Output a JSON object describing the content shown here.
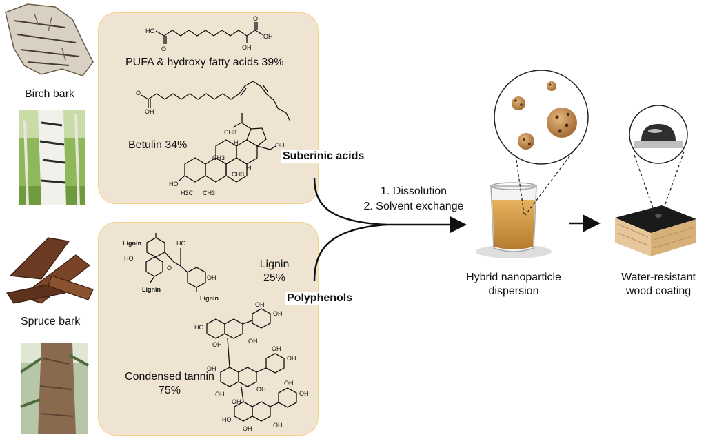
{
  "left": {
    "birch_label": "Birch bark",
    "spruce_label": "Spruce bark"
  },
  "birch_panel": {
    "compound1_label": "PUFA & hydroxy fatty acids 39%",
    "compound2_label": "Betulin 34%",
    "group_label": "Suberinic acids"
  },
  "spruce_panel": {
    "lignin_label_line1": "Lignin",
    "lignin_label_line2": "25%",
    "tannin_label_line1": "Condensed tannin",
    "tannin_label_line2": "75%",
    "group_label": "Polyphenols",
    "lignin_tag_1": "Lignin",
    "lignin_tag_2": "Lignin",
    "lignin_tag_3": "Lignin"
  },
  "process": {
    "step1": "1. Dissolution",
    "step2": "2. Solvent exchange"
  },
  "outputs": {
    "dispersion_line1": "Hybrid nanoparticle",
    "dispersion_line2": "dispersion",
    "coating_line1": "Water-resistant",
    "coating_line2": "wood coating"
  },
  "chem_atoms": {
    "ho": "HO",
    "oh": "OH",
    "o": "O",
    "h": "H",
    "ch3": "CH3",
    "h3c": "H3C"
  },
  "colors": {
    "panel_fill": "#efe3d2",
    "panel_border": "#f3d38a",
    "particle": "#c9904e",
    "dispersion": "#d9a24a",
    "wood": "#e6c69a"
  }
}
